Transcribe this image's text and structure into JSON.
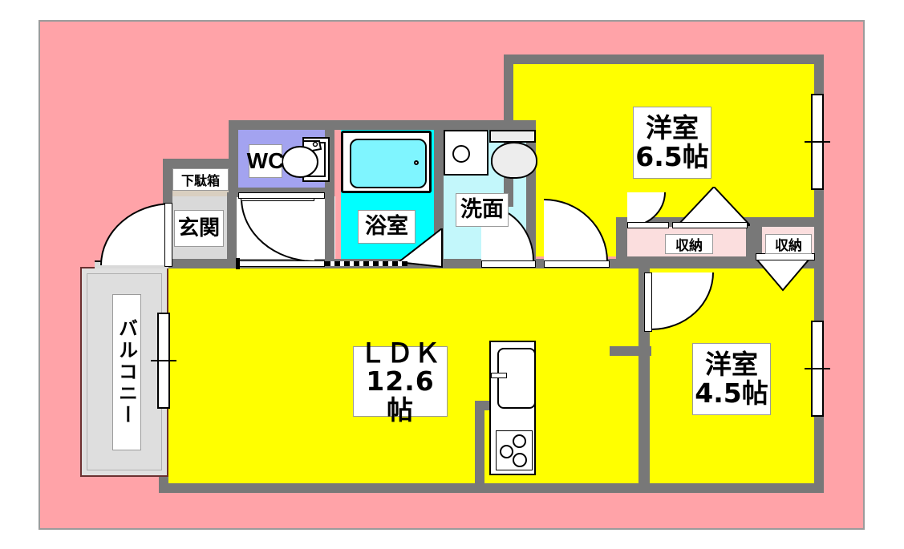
{
  "plan": {
    "type": "japanese-floor-plan",
    "title": "2LDK apartment floor plan",
    "colors": {
      "lot_background": "#ffa3a8",
      "wall": "#787878",
      "room_floor": "#ffff00",
      "bath_floor": "#00ffff",
      "washroom_floor": "#c3f7fb",
      "wc_floor": "#a3a3f0",
      "entry_floor": "#d9d9d9",
      "closet_floor": "#fbdede",
      "shoe_cabinet_floor": "#d9cfc0",
      "balcony_floor": "#dedede",
      "hall_floor": "#ffffff",
      "tub_water": "#7ff5ff"
    },
    "rooms": [
      {
        "id": "ldk",
        "name_line1": "ＬＤＫ",
        "name_line2": "12.6帖",
        "kind": "living-dining-kitchen"
      },
      {
        "id": "washitsu1",
        "name_line1": "洋室",
        "name_line2": "6.5帖",
        "kind": "western-bedroom"
      },
      {
        "id": "washitsu2",
        "name_line1": "洋室",
        "name_line2": "4.5帖",
        "kind": "western-bedroom"
      },
      {
        "id": "bath",
        "name_line1": "浴室",
        "name_line2": "",
        "kind": "bathroom"
      },
      {
        "id": "washroom",
        "name_line1": "洗面",
        "name_line2": "",
        "kind": "washbasin-room"
      },
      {
        "id": "toilet",
        "name_line1": "WC",
        "name_line2": "",
        "kind": "toilet"
      },
      {
        "id": "genkan",
        "name_line1": "玄関",
        "name_line2": "",
        "kind": "entrance"
      },
      {
        "id": "getabako",
        "name_line1": "下駄箱",
        "name_line2": "",
        "kind": "shoe-cabinet"
      },
      {
        "id": "balcony",
        "name_line1": "バルコニー",
        "name_line2": "",
        "kind": "balcony"
      }
    ],
    "closets": [
      {
        "id": "closet-upper",
        "name": "収納",
        "serves": "洋室 6.5帖"
      },
      {
        "id": "closet-lower",
        "name": "収納",
        "serves": "洋室 4.5帖"
      }
    ],
    "fixtures": [
      {
        "id": "bathtub",
        "name": "bathtub"
      },
      {
        "id": "vanity",
        "name": "wash-basin-vanity"
      },
      {
        "id": "laundry",
        "name": "washing-machine-space"
      },
      {
        "id": "toilet-bowl",
        "name": "toilet-bowl"
      },
      {
        "id": "kitchen-sink",
        "name": "kitchen-sink"
      },
      {
        "id": "gas-stove",
        "name": "three-burner-gas-stove"
      }
    ]
  }
}
